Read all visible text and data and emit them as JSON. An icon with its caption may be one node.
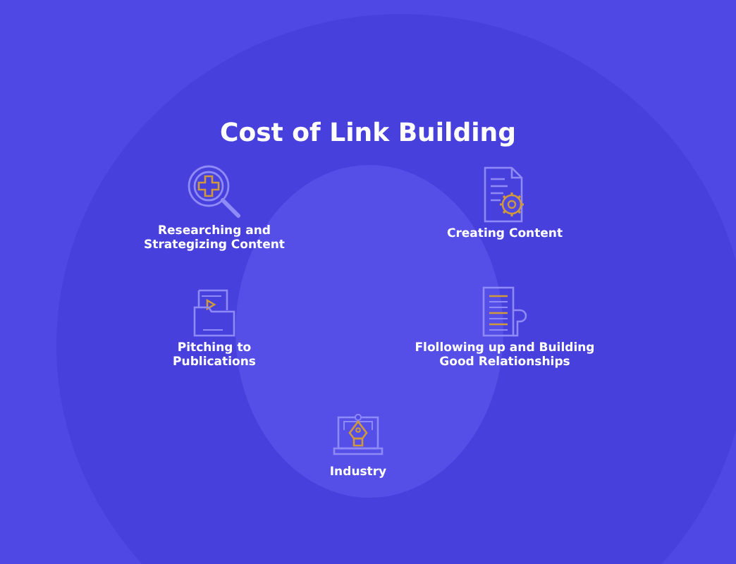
{
  "diagram": {
    "title": "Cost of Link Building",
    "nodes": [
      {
        "text": [
          "Researching and Strategizing Content"
        ]
      },
      {
        "text": [
          "Creating Content"
        ]
      },
      {
        "text": [
          "Pitching to Publications"
        ]
      },
      {
        "text": [
          "Flollowing up and Building Good Relationships"
        ]
      },
      {
        "text": [
          "Industry"
        ]
      }
    ]
  }
}
